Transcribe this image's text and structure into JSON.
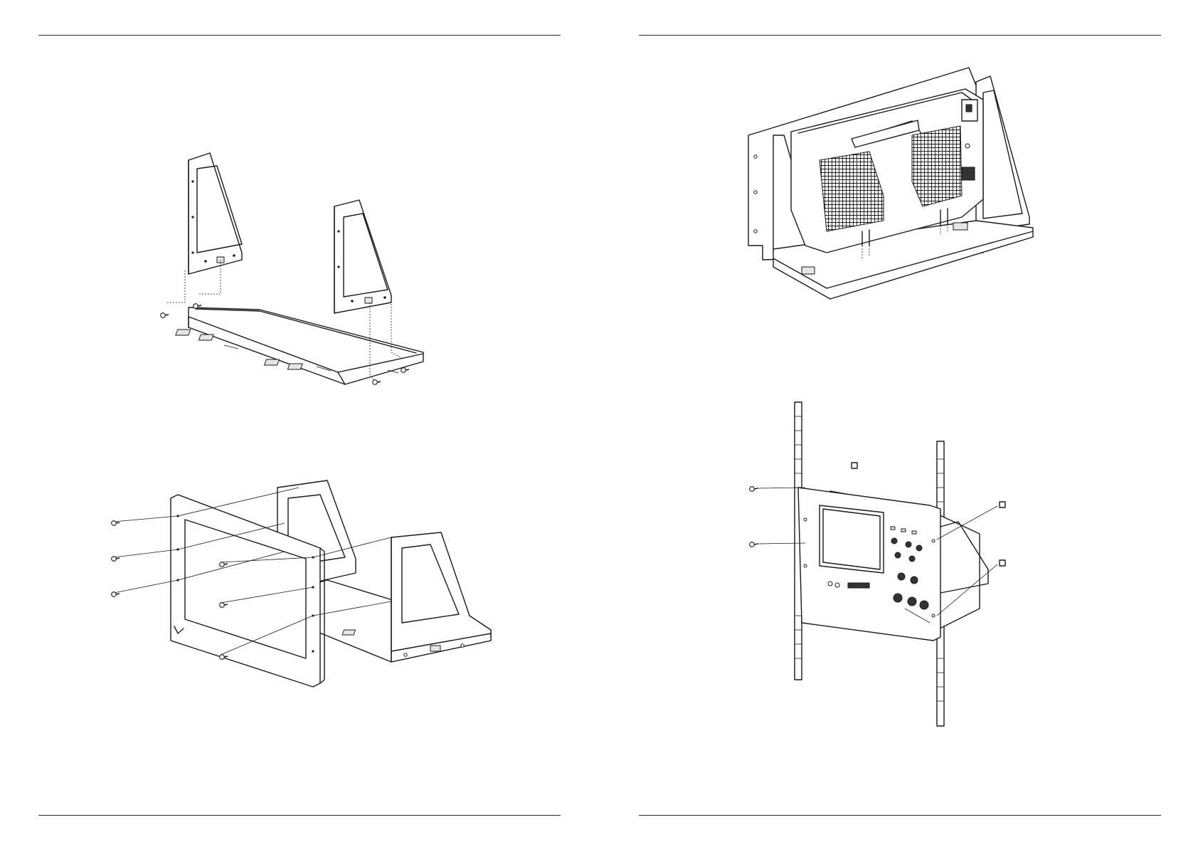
{
  "document": {
    "layout": "two-page spread",
    "pages": [
      {
        "side": "left",
        "figures": [
          {
            "icon": "bracket-side-panels-assembly-icon"
          },
          {
            "icon": "front-panel-assembly-icon"
          }
        ]
      },
      {
        "side": "right",
        "figures": [
          {
            "icon": "oscilloscope-in-rack-tray-icon"
          },
          {
            "icon": "rack-rail-mounting-icon"
          }
        ]
      }
    ]
  }
}
